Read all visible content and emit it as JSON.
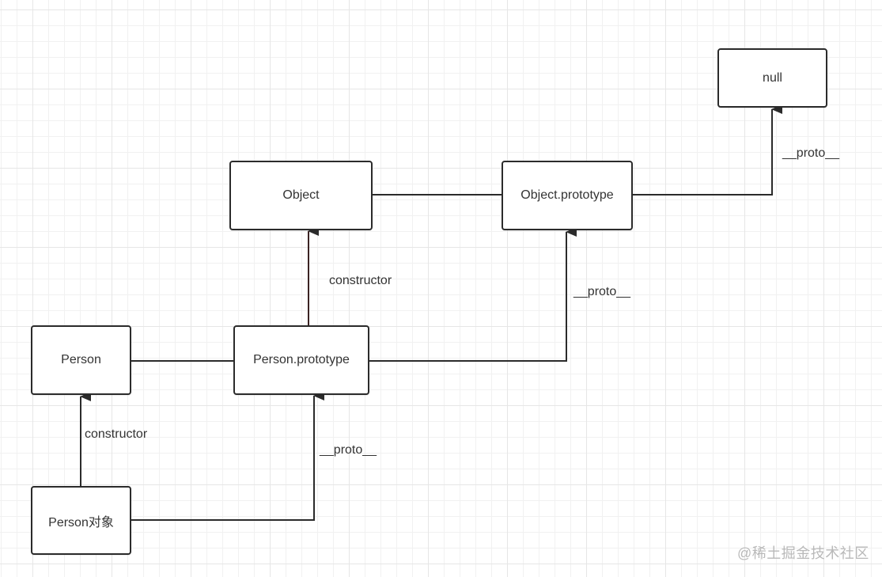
{
  "nodes": {
    "null": "null",
    "object": "Object",
    "object_prototype": "Object.prototype",
    "person": "Person",
    "person_prototype": "Person.prototype",
    "person_instance": "Person对象"
  },
  "labels": {
    "object_proto_to_null": "__proto__",
    "person_proto_constructor": "constructor",
    "person_proto_to_object_proto": "__proto__",
    "instance_constructor": "constructor",
    "instance_proto": "__proto__"
  },
  "watermark": "@稀土掘金技术社区",
  "colors": {
    "stroke": "#2b2b2b",
    "constructor_edge": "#3a2222",
    "text": "#333333",
    "watermark": "#b9b9b9"
  }
}
